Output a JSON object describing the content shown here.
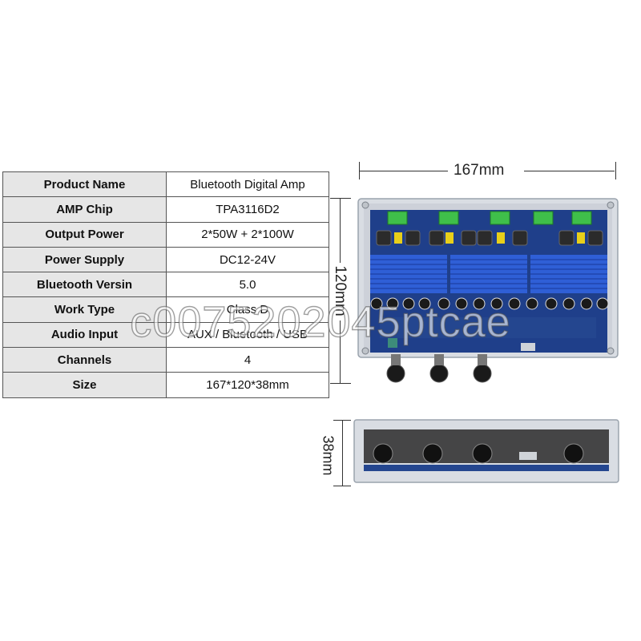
{
  "spec_table": {
    "rows": [
      {
        "label": "Product Name",
        "value": "Bluetooth Digital Amp"
      },
      {
        "label": "AMP Chip",
        "value": "TPA3116D2"
      },
      {
        "label": "Output Power",
        "value": "2*50W + 2*100W"
      },
      {
        "label": "Power Supply",
        "value": "DC12-24V"
      },
      {
        "label": "Bluetooth Versin",
        "value": "5.0"
      },
      {
        "label": "Work Type",
        "value": "Class D"
      },
      {
        "label": "Audio Input",
        "value": "AUX / Bluetooth / USB"
      },
      {
        "label": "Channels",
        "value": "4"
      },
      {
        "label": "Size",
        "value": "167*120*38mm"
      }
    ]
  },
  "dimensions": {
    "width_label": "167mm",
    "height_label": "120mm",
    "depth_label": "38mm"
  },
  "watermark": "c0075202045ptcae",
  "colors": {
    "heatsink": "#2f5fd6",
    "pcb": "#1f3f8a",
    "terminal": "#3fbf4a",
    "label_cell": "#e6e6e6"
  }
}
